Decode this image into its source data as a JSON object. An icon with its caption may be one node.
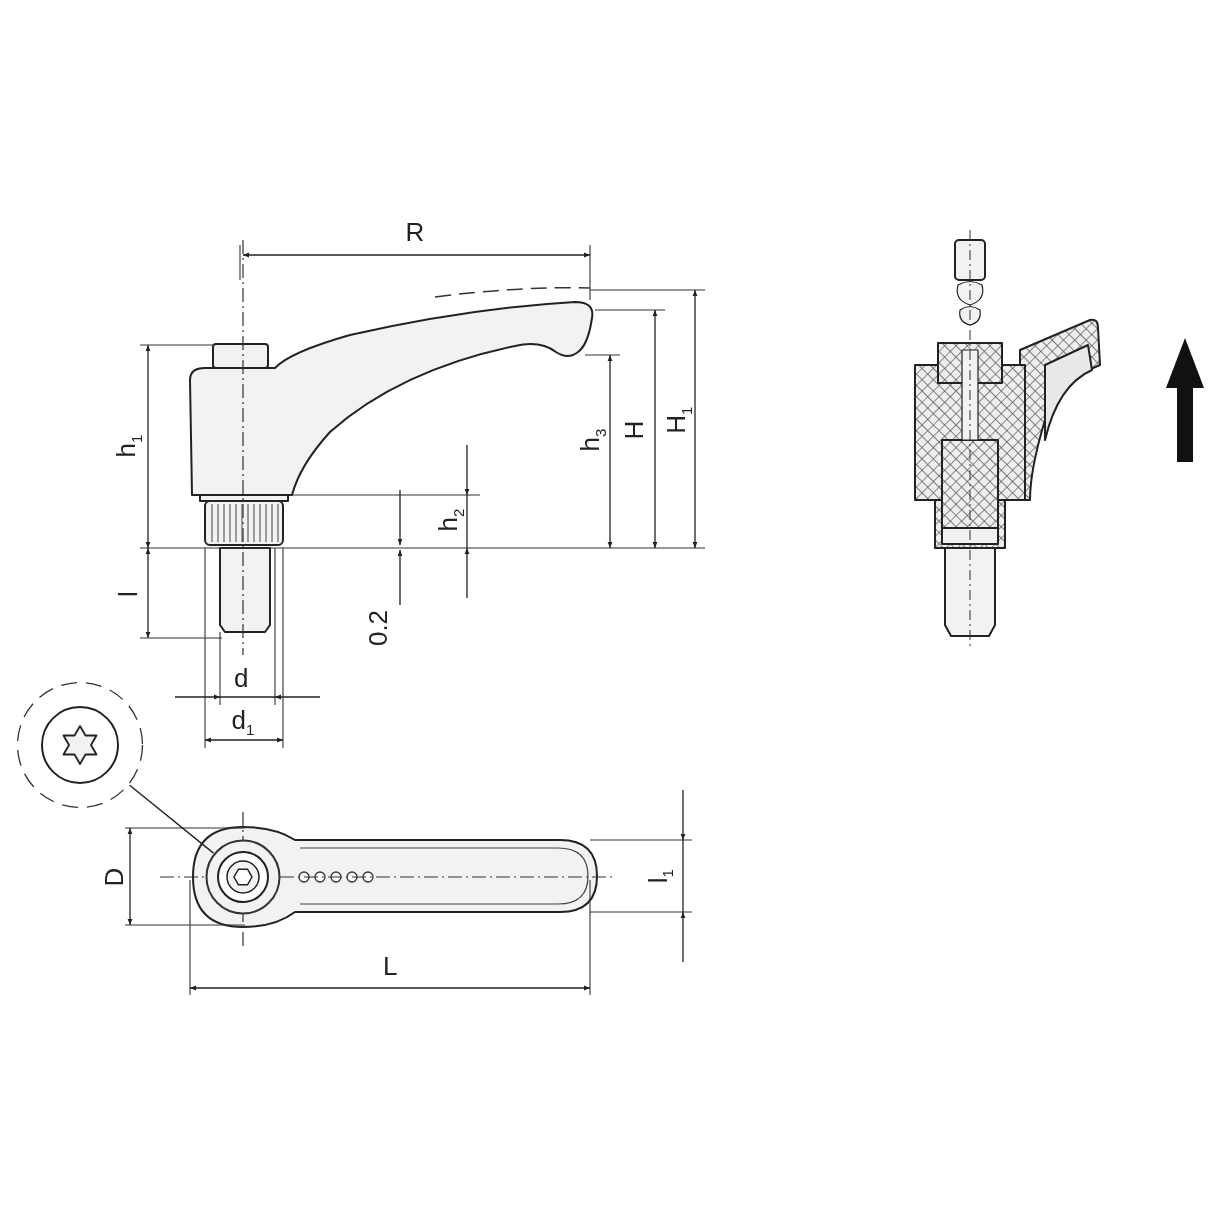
{
  "diagram": {
    "nodes": [
      {
        "text": [],
        "shape": "circle"
      },
      {
        "text": [],
        "shape": "circle"
      }
    ],
    "edges": [
      {
        "from": 0,
        "to": 1,
        "arrow": "none"
      }
    ],
    "labels": [
      "R",
      "h$_{1}$",
      "h$_{3}$",
      "H",
      "H$_{1}$",
      "h$_{2}$",
      "l",
      "0.2",
      "d",
      "d$_{1}$",
      "D",
      "l$_{1}$",
      "L"
    ]
  }
}
